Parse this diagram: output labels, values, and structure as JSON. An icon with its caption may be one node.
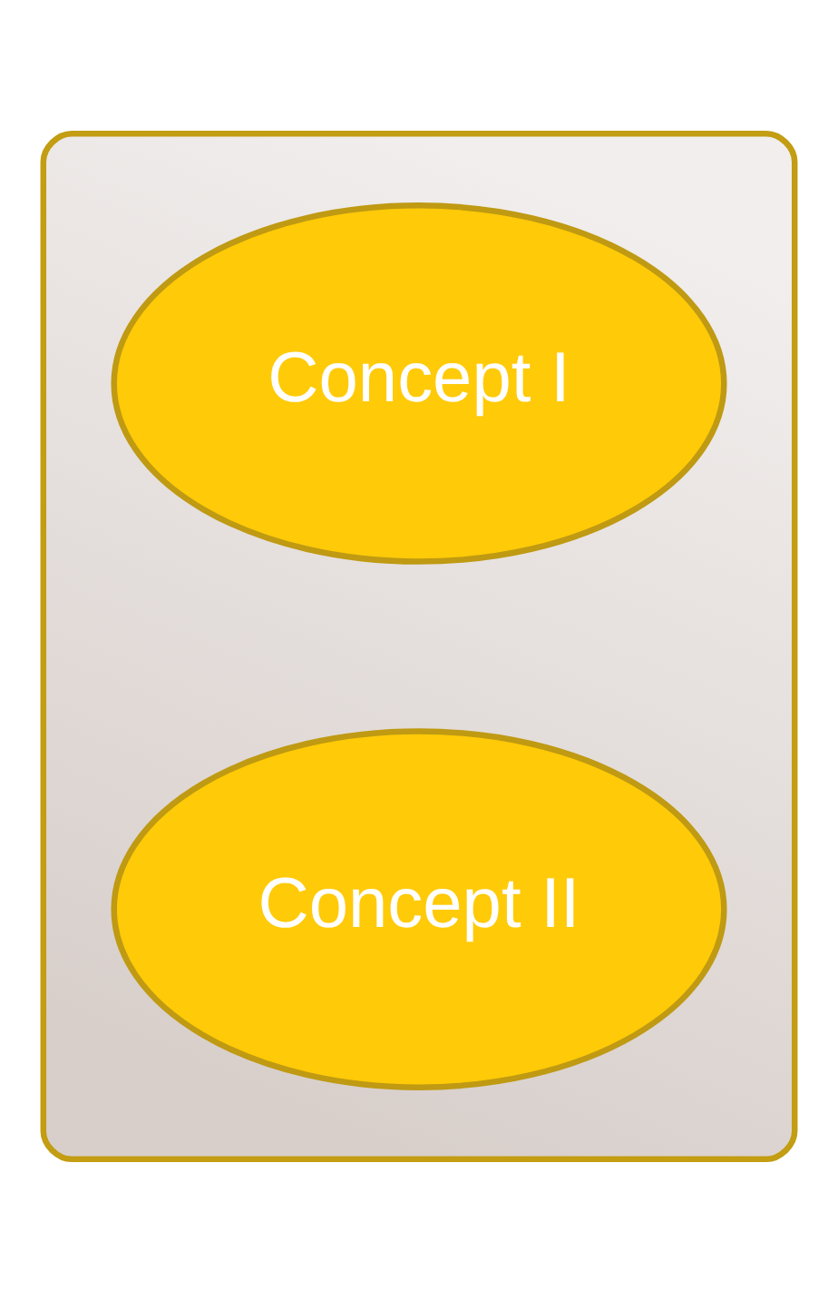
{
  "diagram": {
    "nodes": [
      {
        "text": [],
        "shape": "box"
      },
      {
        "text": [
          "Concept I"
        ],
        "in": 0
      },
      {
        "text": [
          "Concept II"
        ],
        "in": 0
      }
    ]
  }
}
